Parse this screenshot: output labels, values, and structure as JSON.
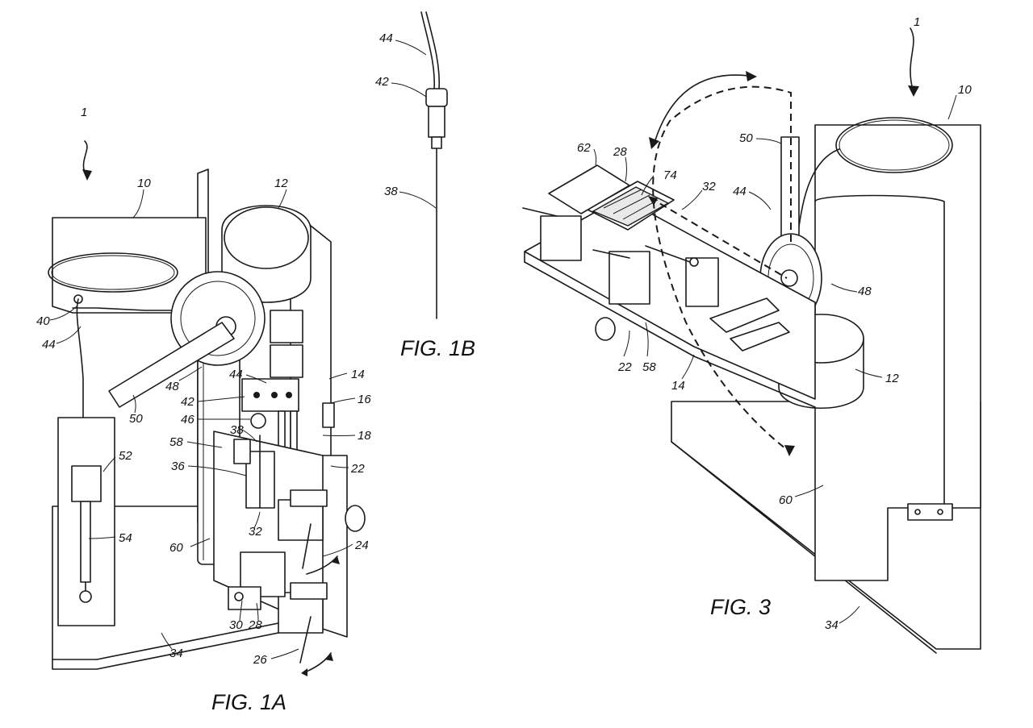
{
  "figures": {
    "fig1a": {
      "caption": "FIG. 1A"
    },
    "fig1b": {
      "caption": "FIG. 1B"
    },
    "fig3": {
      "caption": "FIG. 3"
    }
  },
  "labels": {
    "fig1a": {
      "r1": "1",
      "r10": "10",
      "r12": "12",
      "r14": "14",
      "r16": "16",
      "r18": "18",
      "r22": "22",
      "r24": "24",
      "r26": "26",
      "r28": "28",
      "r30": "30",
      "r32": "32",
      "r34": "34",
      "r36": "36",
      "r38": "38",
      "r40": "40",
      "r42": "42",
      "r44a": "44",
      "r44b": "44",
      "r46": "46",
      "r48": "48",
      "r50": "50",
      "r52": "52",
      "r54": "54",
      "r58": "58",
      "r60": "60"
    },
    "fig1b": {
      "r44": "44",
      "r42": "42",
      "r38": "38"
    },
    "fig3": {
      "r1": "1",
      "r10": "10",
      "r50": "50",
      "r62": "62",
      "r28": "28",
      "r74": "74",
      "r32": "32",
      "r44": "44",
      "r48": "48",
      "r22": "22",
      "r58": "58",
      "r14": "14",
      "r12": "12",
      "r60": "60",
      "r34": "34"
    }
  }
}
